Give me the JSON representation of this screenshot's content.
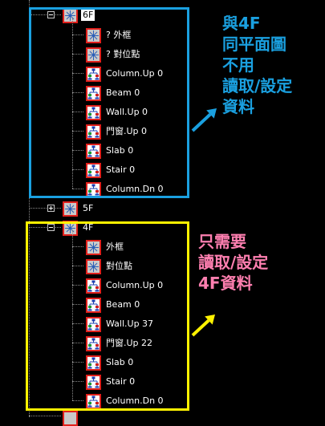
{
  "tree": {
    "floor6": {
      "label": "6F",
      "items": [
        "? 外框",
        "? 對位點",
        "Column.Up 0",
        "Beam 0",
        "Wall.Up 0",
        "門窗.Up 0",
        "Slab 0",
        "Stair 0",
        "Column.Dn 0"
      ]
    },
    "floor5": {
      "label": "5F"
    },
    "floor4": {
      "label": "4F",
      "items": [
        "外框",
        "對位點",
        "Column.Up 0",
        "Beam 0",
        "Wall.Up 37",
        "門窗.Up 22",
        "Slab 0",
        "Stair 0",
        "Column.Dn 0"
      ]
    }
  },
  "annotations": {
    "blue": {
      "lines": [
        "與4F",
        "同平面圖",
        "不用",
        "讀取/設定",
        "資料"
      ],
      "color": "#1aa0e0"
    },
    "pink": {
      "lines": [
        "只需要",
        "讀取/設定",
        "4F資料"
      ],
      "color": "#ff7fb0"
    },
    "yellow_box_color": "#fff200"
  },
  "icons": {
    "view": "crosshair-view-icon",
    "layer": "tree-structure-layer-icon"
  }
}
